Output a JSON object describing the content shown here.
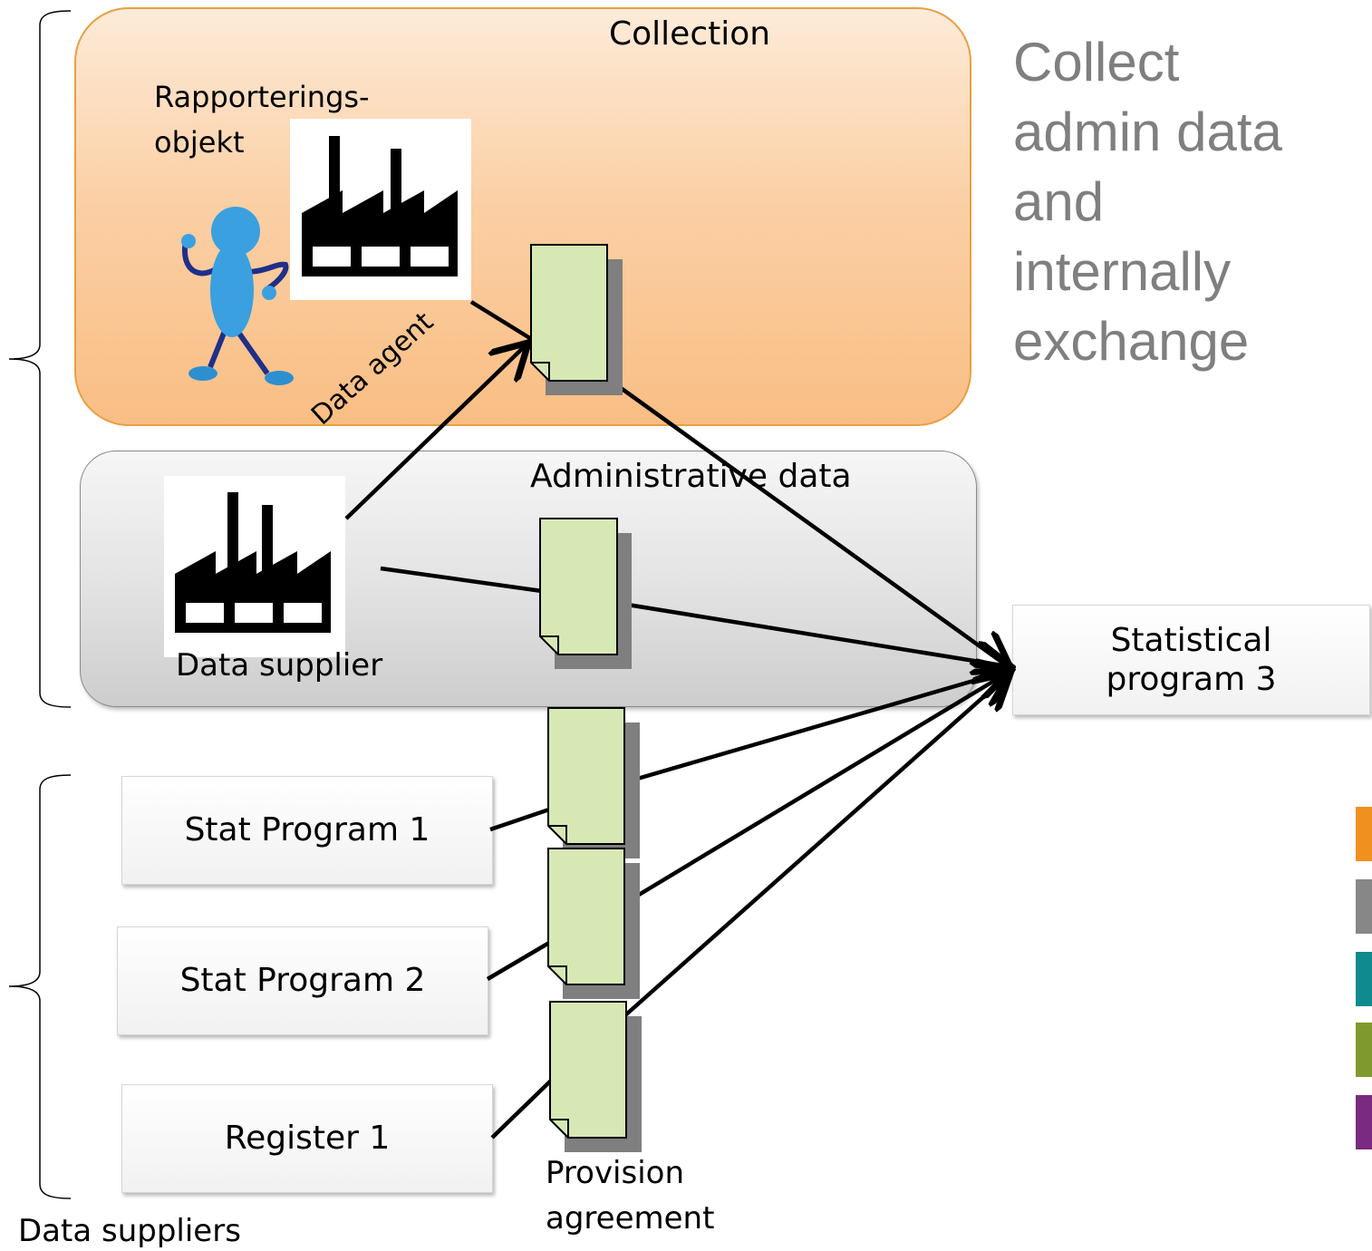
{
  "regions": {
    "collection": "Collection",
    "administrative": "Administrative data"
  },
  "reporting_object": {
    "line1": "Rapporterings-",
    "line2": "objekt"
  },
  "data_agent": "Data agent",
  "data_supplier": "Data supplier",
  "suppliers": [
    "Stat Program 1",
    "Stat Program 2",
    "Register 1"
  ],
  "target": {
    "line1": "Statistical",
    "line2": "program 3"
  },
  "side_note": [
    "Collect",
    "admin data",
    "and",
    "internally",
    "exchange"
  ],
  "bottom_labels": {
    "data_suppliers": "Data suppliers",
    "provision_line1": "Provision",
    "provision_line2": "agreement"
  },
  "legend_colors": [
    "#f0901e",
    "#878787",
    "#0f8a8f",
    "#7f9a2c",
    "#7b2a82"
  ],
  "icons": [
    "factory-icon",
    "person-figure-icon",
    "document-icon",
    "brace-icon"
  ]
}
